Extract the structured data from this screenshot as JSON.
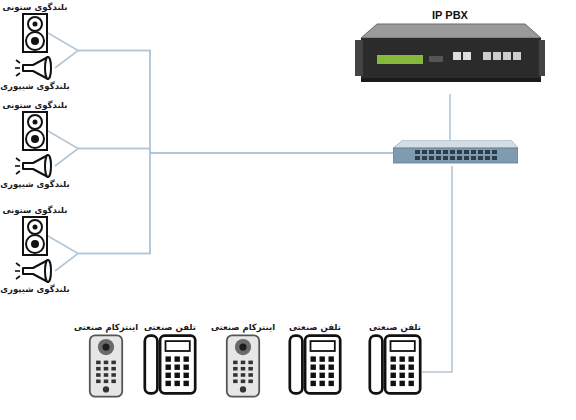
{
  "diagram": {
    "nodes": [
      {
        "text": [
          "بلندگوی ستونی"
        ]
      },
      {
        "text": [
          "بلندگوی شیپوری"
        ]
      },
      {
        "text": [
          "بلندگوی ستونی"
        ]
      },
      {
        "text": [
          "بلندگوی شیپوری"
        ]
      },
      {
        "text": [
          "بلندگوی ستونی"
        ]
      },
      {
        "text": [
          "بلندگوی شیپوری"
        ]
      },
      {
        "text": [
          "IP PBX"
        ]
      },
      {
        "text": []
      },
      {
        "text": [
          "اینترکام صنعتی"
        ]
      },
      {
        "text": [
          "تلفن صنعتی"
        ]
      },
      {
        "text": [
          "اینترکام صنعتی"
        ]
      },
      {
        "text": [
          "تلفن صنعتی"
        ]
      },
      {
        "text": [
          "تلفن صنعتی"
        ]
      }
    ],
    "edges": [
      {
        "from": 0,
        "to": 7,
        "arrow": "none"
      },
      {
        "from": 1,
        "to": 7,
        "arrow": "none"
      },
      {
        "from": 2,
        "to": 7,
        "arrow": "none"
      },
      {
        "from": 3,
        "to": 7,
        "arrow": "none"
      },
      {
        "from": 4,
        "to": 7,
        "arrow": "none"
      },
      {
        "from": 5,
        "to": 7,
        "arrow": "none"
      },
      {
        "from": 7,
        "to": 6,
        "arrow": "none"
      },
      {
        "from": 7,
        "to": 12,
        "arrow": "none"
      }
    ]
  }
}
